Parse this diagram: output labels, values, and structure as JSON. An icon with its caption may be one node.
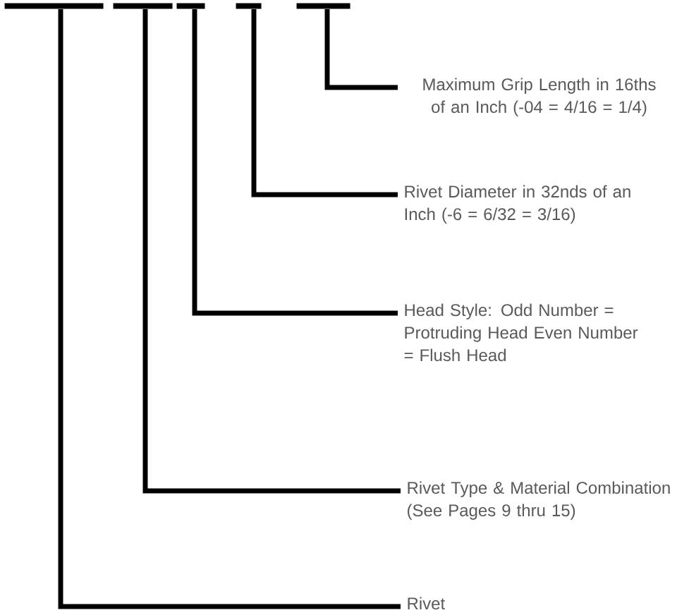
{
  "diagram": {
    "nodes": [
      {
        "text": [],
        "shape": "bar"
      },
      {
        "text": [],
        "shape": "bar"
      },
      {
        "text": [],
        "shape": "bar"
      },
      {
        "text": [],
        "shape": "bar"
      },
      {
        "text": [],
        "shape": "bar"
      },
      {
        "text": [
          "Maximum Grip Length in 16ths of an Inch (-04 = 4/16 = 1/4)"
        ]
      },
      {
        "text": [
          "Rivet Diameter in 32nds of an Inch (-6 = 6/32 = 3/16)"
        ]
      },
      {
        "text": [
          "Head Style: Odd Number = Protruding Head Even Number = Flush Head"
        ]
      },
      {
        "text": [
          "Rivet Type & Material Combination (See Pages 9 thru 15)"
        ]
      },
      {
        "text": [
          "Rivet"
        ]
      }
    ],
    "edges": [
      {
        "from": 5,
        "to": 4,
        "arrow": "none"
      },
      {
        "from": 6,
        "to": 3,
        "arrow": "none"
      },
      {
        "from": 7,
        "to": 2,
        "arrow": "none"
      },
      {
        "from": 8,
        "to": 1,
        "arrow": "none"
      },
      {
        "from": 9,
        "to": 0,
        "arrow": "none"
      }
    ]
  }
}
